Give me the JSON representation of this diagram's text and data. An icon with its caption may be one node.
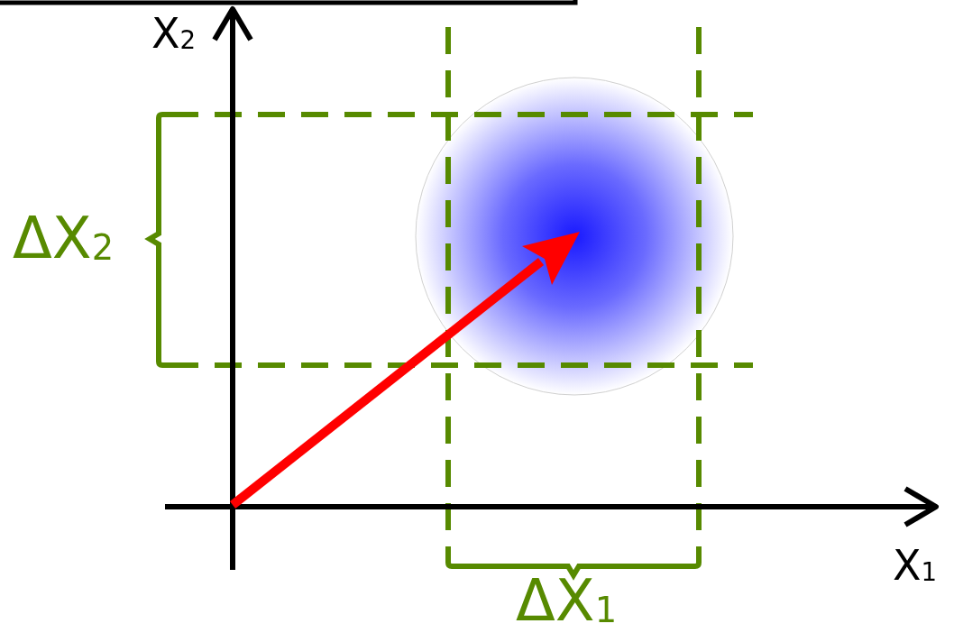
{
  "diagram": {
    "nodes": [
      {
        "text": [],
        "shape": "circle"
      }
    ],
    "labels": [
      "X$_{2}$",
      "ΔX$_{2}$",
      "X$_{1}$",
      "ΔX$_{1}$"
    ]
  }
}
